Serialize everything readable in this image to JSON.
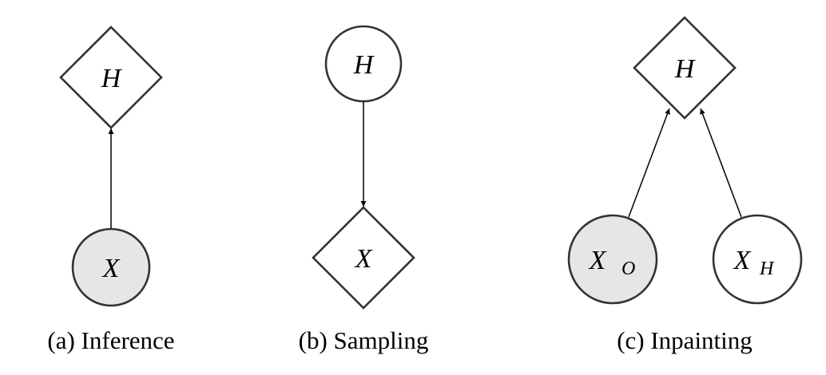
{
  "colors": {
    "observed_fill": "#e6e6e6",
    "latent_fill": "#ffffff",
    "stroke": "#333333"
  },
  "panels": [
    {
      "caption": "(a) Inference",
      "top": "H",
      "bottom": "X"
    },
    {
      "caption": "(b) Sampling",
      "top": "H",
      "bottom": "X"
    },
    {
      "caption": "(c) Inpainting",
      "top": "H",
      "left_var": "X",
      "left_sub": "O",
      "right_var": "X",
      "right_sub": "H"
    }
  ]
}
